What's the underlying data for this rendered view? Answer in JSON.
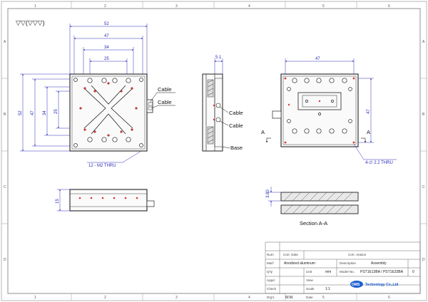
{
  "sheet": {
    "roughness_symbol": "▽▽(▽▽▽)",
    "grid_cols": [
      "1",
      "2",
      "3",
      "4",
      "5",
      "6"
    ],
    "grid_rows": [
      "A",
      "B",
      "C",
      "D"
    ]
  },
  "views": {
    "top": {
      "dim_52_top": "52",
      "dim_47_top": "47",
      "dim_34_top": "34",
      "dim_25_top": "25",
      "dim_52_left": "52",
      "dim_47_left": "47",
      "dim_34_left": "34",
      "dim_25_left": "25",
      "cable_1": "Cable",
      "cable_2": "Cable",
      "thread_note": "12 - M2 THRU"
    },
    "side": {
      "dim_5_1": "5.1",
      "cable_1": "Cable",
      "cable_2": "Cable",
      "base": "Base"
    },
    "right": {
      "dim_47_top": "47",
      "dim_47_right": "47",
      "section_left": "A",
      "section_right": "A",
      "hole_note": "4-∅ 2.2 THRU"
    },
    "front": {
      "dim_15": "15"
    },
    "section": {
      "dim_3_80": "3.80",
      "title": "Section A-A"
    }
  },
  "title_block": {
    "revision": {
      "num_label": "Num",
      "corr_date_label": "Corr. Date",
      "corr_reason_label": "Corr. reason"
    },
    "rows": {
      "mat_label": "Mat'l",
      "mat_value": "Anodized aluminum",
      "description_label": "Description",
      "description_value": "Assembly",
      "qty_label": "Q'ty",
      "unit_label": "Unit",
      "unit_value": "mm",
      "appd_label": "Appd",
      "view_label": "View",
      "model_label": "Model  No.",
      "model_value": "PST1E13BA / PST1E33BA",
      "revision_value": "0",
      "check_label": "Check",
      "scale_label": "Scale",
      "scale_value": "1:1",
      "drgs_label": "Drg's",
      "drgs_value": "W.M.",
      "date_label": "Date"
    },
    "company": {
      "logo_text": "OMS",
      "name": "Technology Co.,Ltd"
    }
  }
}
